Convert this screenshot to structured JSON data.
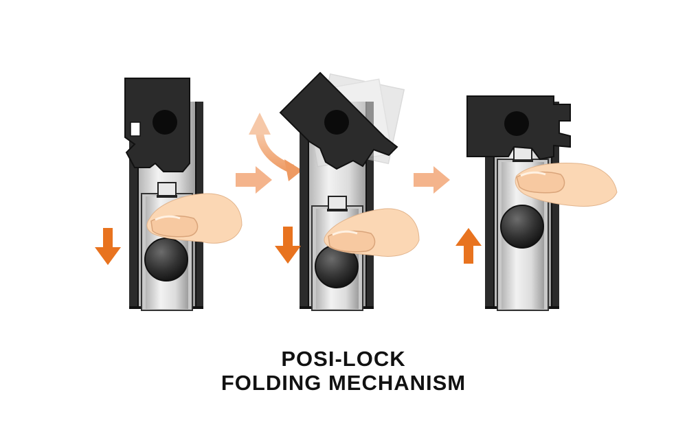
{
  "caption": {
    "line1": "POSI-LOCK",
    "line2": "FOLDING MECHANISM"
  },
  "colors": {
    "accent_arrow": "#e8731f",
    "step_arrow": "#f4b48c",
    "mechanism_dark": "#2b2b2b",
    "metal_light": "#e4e4e4",
    "skin": "#fbd7b4"
  },
  "stages": [
    {
      "name": "stage-1",
      "direction": "down"
    },
    {
      "name": "stage-2",
      "direction": "down"
    },
    {
      "name": "stage-3",
      "direction": "up"
    }
  ]
}
